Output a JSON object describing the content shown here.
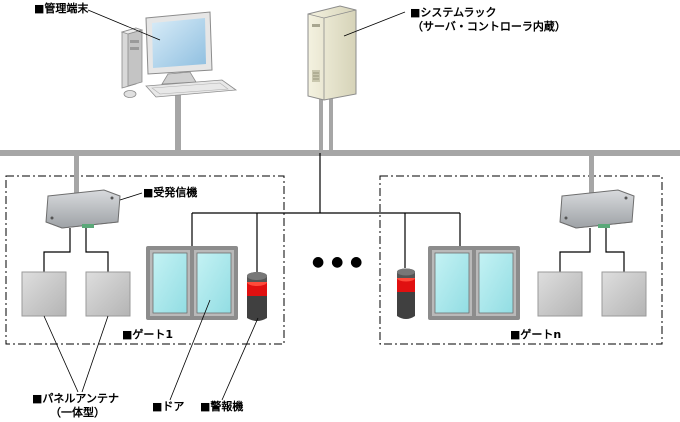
{
  "labels": {
    "management_terminal": "■管理端末",
    "system_rack": "■システムラック",
    "system_rack_sub": "（サーバ・コントローラ内蔵）",
    "transceiver": "■受発信機",
    "gate_1": "■ゲート1",
    "gate_n": "■ゲートn",
    "panel_antenna": "■パネルアンテナ",
    "panel_antenna_sub": "（一体型）",
    "door": "■ドア",
    "alarm": "■警報機",
    "ellipsis": "● ● ●"
  },
  "colors": {
    "network_line": "#a6a6a6",
    "door_glass": "#a8e8ec",
    "door_frame": "#8c8c8c",
    "antenna_panel": "#c8c8c8",
    "alarm_light": "#e01010",
    "alarm_body": "#404040",
    "zone_border": "#000000",
    "rack_body": "#ece9d0"
  }
}
